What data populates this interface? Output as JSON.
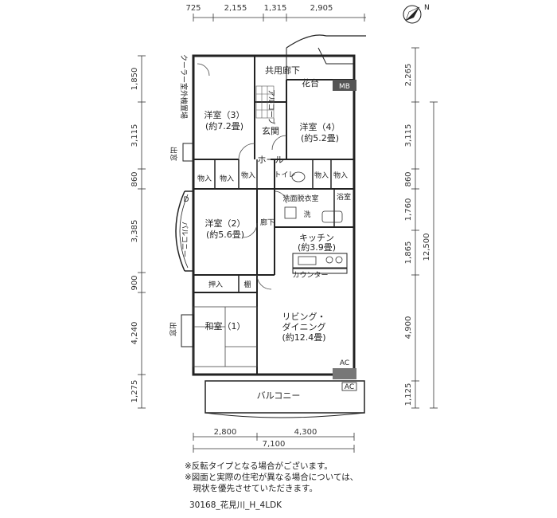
{
  "dimensions": {
    "top": [
      "725",
      "2,155",
      "1,315",
      "2,905"
    ],
    "left": [
      "1,850",
      "3,115",
      "860",
      "3,385",
      "900",
      "4,240",
      "1,275"
    ],
    "right": [
      "2,265",
      "3,115",
      "860",
      "1,760",
      "1,865",
      "4,900",
      "1,125"
    ],
    "right_total": "12,500",
    "bottom": [
      "2,800",
      "4,300"
    ],
    "bottom_total": "7,100"
  },
  "compass": "N",
  "rooms": {
    "room3_name": "洋室（3）",
    "room3_size": "(約7.2畳)",
    "room4_name": "洋室（4）",
    "room4_size": "(約5.2畳)",
    "room2_name": "洋室（2）",
    "room2_size": "(約5.6畳)",
    "room1_name": "和室（1）",
    "kitchen_name": "キッチン",
    "kitchen_size": "(約3.9畳)",
    "living_name1": "リビング・",
    "living_name2": "ダイニング",
    "living_size": "(約12.4畳)"
  },
  "labels": {
    "common_corridor": "共用廊下",
    "flower_bed": "花台",
    "mb": "MB",
    "alcove": "アルコーブ",
    "entrance": "玄関",
    "hall": "ホール",
    "storage": "物入",
    "toilet": "トイレ",
    "washroom": "洗面脱衣室",
    "bath": "浴室",
    "wash": "洗",
    "corridor": "廊下",
    "counter": "カウンター",
    "oshiire": "押入",
    "shelf": "棚",
    "balcony": "バルコニー",
    "ac": "AC",
    "cooler": "クーラー室外機置場",
    "window_out": "出窓",
    "d": "D"
  },
  "notes": [
    "※反転タイプとなる場合がございます。",
    "※図面と実際の住宅が異なる場合については、",
    "　現状を優先させていただきます。"
  ],
  "plan_code": "30168_花見川_H_4LDK"
}
